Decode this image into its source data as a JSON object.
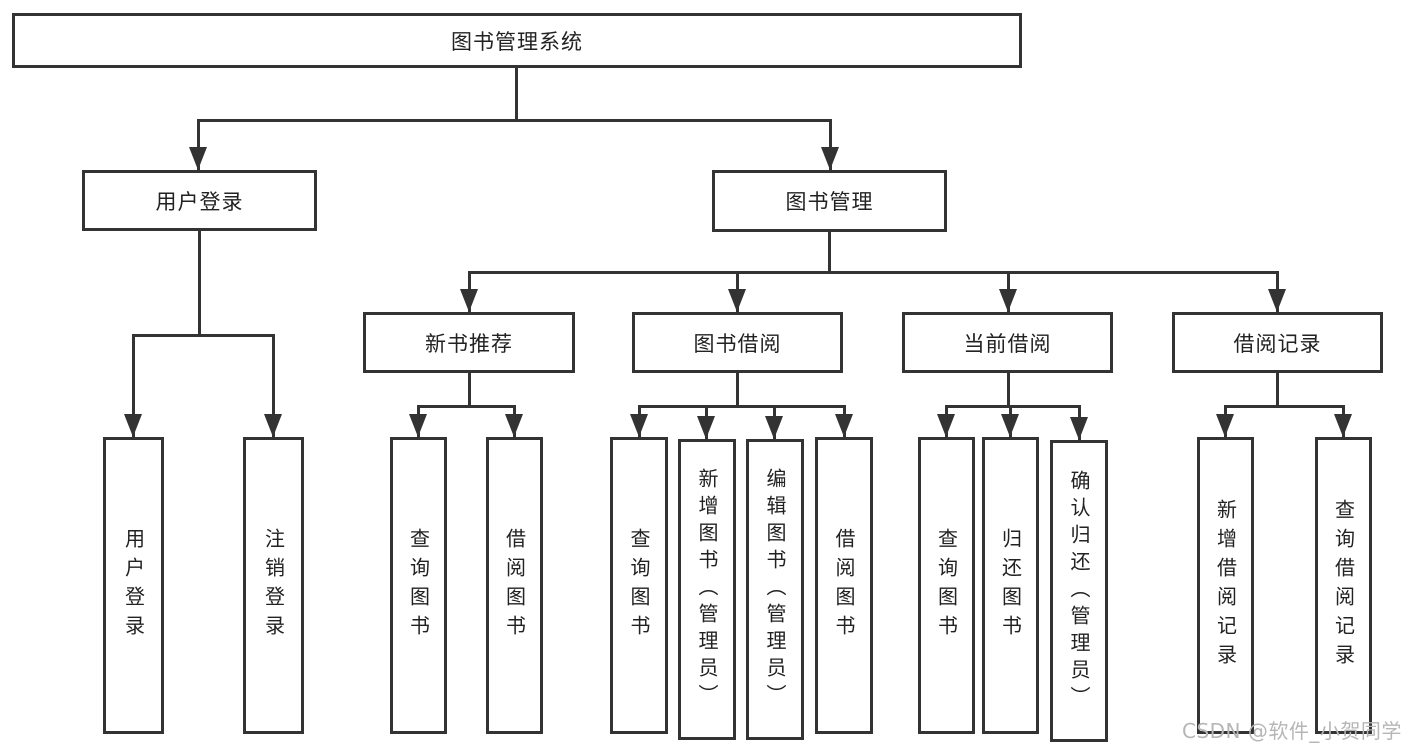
{
  "diagram": {
    "title_node": {
      "label": "图书管理系统"
    },
    "branches": [
      {
        "label": "用户登录",
        "children": [
          {
            "label": "用户登录"
          },
          {
            "label": "注销登录"
          }
        ]
      },
      {
        "label": "图书管理",
        "sections": [
          {
            "label": "新书推荐",
            "children": [
              {
                "label": "查询图书"
              },
              {
                "label": "借阅图书"
              }
            ]
          },
          {
            "label": "图书借阅",
            "children": [
              {
                "label": "查询图书"
              },
              {
                "label": "新增图书（管理员）"
              },
              {
                "label": "编辑图书（管理员）"
              },
              {
                "label": "借阅图书"
              }
            ]
          },
          {
            "label": "当前借阅",
            "children": [
              {
                "label": "查询图书"
              },
              {
                "label": "归还图书"
              },
              {
                "label": "确认归还（管理员）"
              }
            ]
          },
          {
            "label": "借阅记录",
            "children": [
              {
                "label": "新增借阅记录"
              },
              {
                "label": "查询借阅记录"
              }
            ]
          }
        ]
      }
    ]
  },
  "watermark": {
    "text": "CSDN @软件_小贺同学"
  },
  "colors": {
    "line": "#333333",
    "box_border": "#333333",
    "text": "#222222",
    "watermark": "#b6b6b6",
    "background": "#ffffff"
  }
}
